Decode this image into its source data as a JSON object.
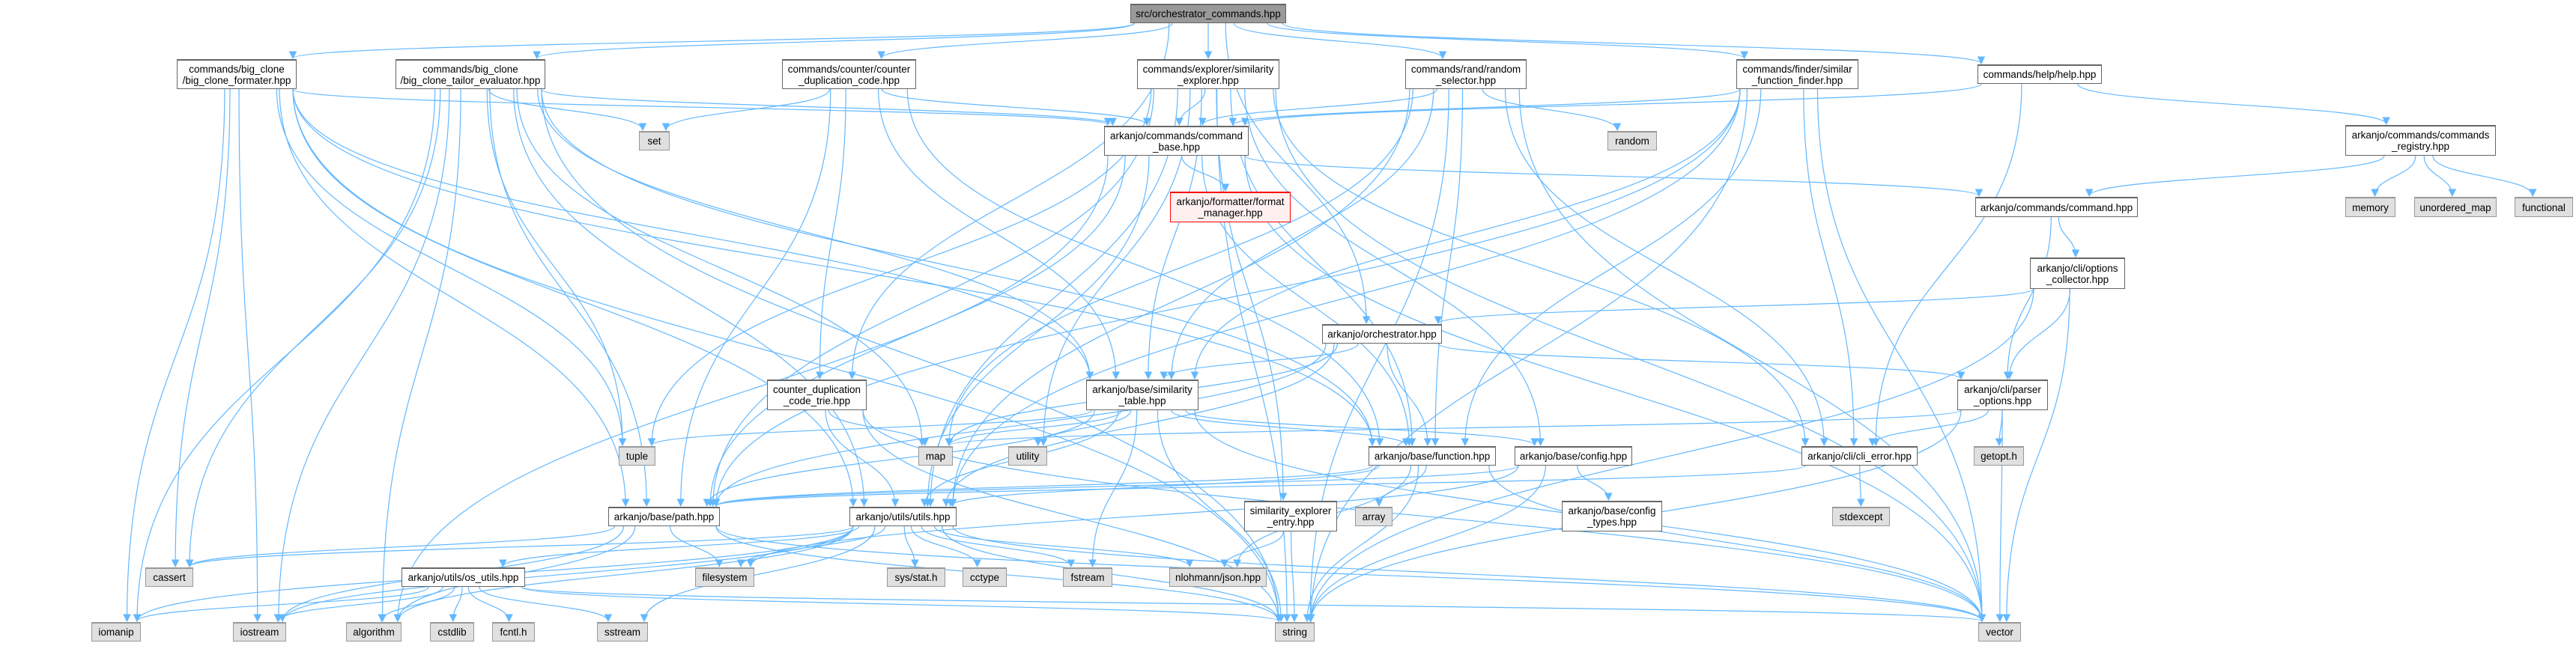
{
  "graph": {
    "title": "src/orchestrator_commands.hpp",
    "colors": {
      "edge": "#63b8ff",
      "root_fill": "#999999",
      "system_fill": "#e0e0e0",
      "missing_border": "#ff0000"
    },
    "nodes": [
      {
        "id": "root",
        "label": "src/orchestrator_commands.hpp",
        "kind": "root"
      },
      {
        "id": "formater",
        "label": "commands/big_clone\n/big_clone_formater.hpp",
        "kind": "file"
      },
      {
        "id": "tailor",
        "label": "commands/big_clone\n/big_clone_tailor_evaluator.hpp",
        "kind": "file"
      },
      {
        "id": "counterdup",
        "label": "commands/counter/counter\n_duplication_code.hpp",
        "kind": "file"
      },
      {
        "id": "explorer",
        "label": "commands/explorer/similarity\n_explorer.hpp",
        "kind": "file"
      },
      {
        "id": "rand",
        "label": "commands/rand/random\n_selector.hpp",
        "kind": "file"
      },
      {
        "id": "finder",
        "label": "commands/finder/similar\n_function_finder.hpp",
        "kind": "file"
      },
      {
        "id": "help",
        "label": "commands/help/help.hpp",
        "kind": "file"
      },
      {
        "id": "set",
        "label": "set",
        "kind": "sys"
      },
      {
        "id": "cmdbase",
        "label": "arkanjo/commands/command\n_base.hpp",
        "kind": "file"
      },
      {
        "id": "random",
        "label": "random",
        "kind": "sys"
      },
      {
        "id": "registry",
        "label": "arkanjo/commands/commands\n_registry.hpp",
        "kind": "file"
      },
      {
        "id": "format",
        "label": "arkanjo/formatter/format\n_manager.hpp",
        "kind": "missing"
      },
      {
        "id": "command",
        "label": "arkanjo/commands/command.hpp",
        "kind": "file"
      },
      {
        "id": "memory",
        "label": "memory",
        "kind": "sys"
      },
      {
        "id": "umap",
        "label": "unordered_map",
        "kind": "sys"
      },
      {
        "id": "functional",
        "label": "functional",
        "kind": "sys"
      },
      {
        "id": "optcoll",
        "label": "arkanjo/cli/options\n_collector.hpp",
        "kind": "file"
      },
      {
        "id": "orch",
        "label": "arkanjo/orchestrator.hpp",
        "kind": "file"
      },
      {
        "id": "trie",
        "label": "counter_duplication\n_code_trie.hpp",
        "kind": "file"
      },
      {
        "id": "simtable",
        "label": "arkanjo/base/similarity\n_table.hpp",
        "kind": "file"
      },
      {
        "id": "parser",
        "label": "arkanjo/cli/parser\n_options.hpp",
        "kind": "file"
      },
      {
        "id": "tuple",
        "label": "tuple",
        "kind": "sys"
      },
      {
        "id": "map",
        "label": "map",
        "kind": "sys"
      },
      {
        "id": "utility",
        "label": "utility",
        "kind": "sys"
      },
      {
        "id": "function",
        "label": "arkanjo/base/function.hpp",
        "kind": "file"
      },
      {
        "id": "config",
        "label": "arkanjo/base/config.hpp",
        "kind": "file"
      },
      {
        "id": "clierror",
        "label": "arkanjo/cli/cli_error.hpp",
        "kind": "file"
      },
      {
        "id": "getopt",
        "label": "getopt.h",
        "kind": "sys"
      },
      {
        "id": "path",
        "label": "arkanjo/base/path.hpp",
        "kind": "file"
      },
      {
        "id": "utils",
        "label": "arkanjo/utils/utils.hpp",
        "kind": "file"
      },
      {
        "id": "simentry",
        "label": "similarity_explorer\n_entry.hpp",
        "kind": "file"
      },
      {
        "id": "array",
        "label": "array",
        "kind": "sys"
      },
      {
        "id": "cfgtypes",
        "label": "arkanjo/base/config\n_types.hpp",
        "kind": "file"
      },
      {
        "id": "stdexcept",
        "label": "stdexcept",
        "kind": "sys"
      },
      {
        "id": "cassert",
        "label": "cassert",
        "kind": "sys"
      },
      {
        "id": "osutils",
        "label": "arkanjo/utils/os_utils.hpp",
        "kind": "file"
      },
      {
        "id": "filesystem",
        "label": "filesystem",
        "kind": "sys"
      },
      {
        "id": "sysstat",
        "label": "sys/stat.h",
        "kind": "sys"
      },
      {
        "id": "cctype",
        "label": "cctype",
        "kind": "sys"
      },
      {
        "id": "fstream",
        "label": "fstream",
        "kind": "sys"
      },
      {
        "id": "json",
        "label": "nlohmann/json.hpp",
        "kind": "sys"
      },
      {
        "id": "iomanip",
        "label": "iomanip",
        "kind": "sys"
      },
      {
        "id": "iostream",
        "label": "iostream",
        "kind": "sys"
      },
      {
        "id": "algorithm",
        "label": "algorithm",
        "kind": "sys"
      },
      {
        "id": "cstdlib",
        "label": "cstdlib",
        "kind": "sys"
      },
      {
        "id": "fcntl",
        "label": "fcntl.h",
        "kind": "sys"
      },
      {
        "id": "sstream",
        "label": "sstream",
        "kind": "sys"
      },
      {
        "id": "string",
        "label": "string",
        "kind": "sys"
      },
      {
        "id": "vector",
        "label": "vector",
        "kind": "sys"
      }
    ],
    "edges": [
      [
        "root",
        "formater"
      ],
      [
        "root",
        "tailor"
      ],
      [
        "root",
        "counterdup"
      ],
      [
        "root",
        "explorer"
      ],
      [
        "root",
        "rand"
      ],
      [
        "root",
        "finder"
      ],
      [
        "root",
        "help"
      ],
      [
        "root",
        "orch"
      ],
      [
        "root",
        "trie"
      ],
      [
        "formater",
        "cmdbase"
      ],
      [
        "formater",
        "simtable"
      ],
      [
        "formater",
        "path"
      ],
      [
        "formater",
        "utils"
      ],
      [
        "formater",
        "tuple"
      ],
      [
        "formater",
        "cassert"
      ],
      [
        "formater",
        "iomanip"
      ],
      [
        "formater",
        "iostream"
      ],
      [
        "formater",
        "string"
      ],
      [
        "formater",
        "function"
      ],
      [
        "tailor",
        "set"
      ],
      [
        "tailor",
        "cmdbase"
      ],
      [
        "tailor",
        "simtable"
      ],
      [
        "tailor",
        "path"
      ],
      [
        "tailor",
        "utils"
      ],
      [
        "tailor",
        "tuple"
      ],
      [
        "tailor",
        "map"
      ],
      [
        "tailor",
        "cassert"
      ],
      [
        "tailor",
        "iomanip"
      ],
      [
        "tailor",
        "iostream"
      ],
      [
        "tailor",
        "string"
      ],
      [
        "tailor",
        "function"
      ],
      [
        "tailor",
        "algorithm"
      ],
      [
        "counterdup",
        "set"
      ],
      [
        "counterdup",
        "cmdbase"
      ],
      [
        "counterdup",
        "trie"
      ],
      [
        "counterdup",
        "path"
      ],
      [
        "counterdup",
        "simtable"
      ],
      [
        "counterdup",
        "function"
      ],
      [
        "explorer",
        "cmdbase"
      ],
      [
        "explorer",
        "simtable"
      ],
      [
        "explorer",
        "utils"
      ],
      [
        "explorer",
        "path"
      ],
      [
        "explorer",
        "simentry"
      ],
      [
        "explorer",
        "function"
      ],
      [
        "explorer",
        "config"
      ],
      [
        "explorer",
        "clierror"
      ],
      [
        "explorer",
        "tuple"
      ],
      [
        "explorer",
        "utility"
      ],
      [
        "explorer",
        "string"
      ],
      [
        "explorer",
        "vector"
      ],
      [
        "rand",
        "cmdbase"
      ],
      [
        "rand",
        "random"
      ],
      [
        "rand",
        "simtable"
      ],
      [
        "rand",
        "function"
      ],
      [
        "rand",
        "utils"
      ],
      [
        "rand",
        "clierror"
      ],
      [
        "rand",
        "string"
      ],
      [
        "rand",
        "vector"
      ],
      [
        "rand",
        "map"
      ],
      [
        "finder",
        "cmdbase"
      ],
      [
        "finder",
        "simtable"
      ],
      [
        "finder",
        "function"
      ],
      [
        "finder",
        "utils"
      ],
      [
        "finder",
        "clierror"
      ],
      [
        "finder",
        "path"
      ],
      [
        "finder",
        "string"
      ],
      [
        "finder",
        "vector"
      ],
      [
        "help",
        "cmdbase"
      ],
      [
        "help",
        "registry"
      ],
      [
        "help",
        "clierror"
      ],
      [
        "registry",
        "command"
      ],
      [
        "registry",
        "memory"
      ],
      [
        "registry",
        "umap"
      ],
      [
        "registry",
        "functional"
      ],
      [
        "cmdbase",
        "format"
      ],
      [
        "cmdbase",
        "command"
      ],
      [
        "cmdbase",
        "utils"
      ],
      [
        "cmdbase",
        "function"
      ],
      [
        "cmdbase",
        "path"
      ],
      [
        "cmdbase",
        "vector"
      ],
      [
        "cmdbase",
        "algorithm"
      ],
      [
        "command",
        "optcoll"
      ],
      [
        "command",
        "parser"
      ],
      [
        "optcoll",
        "orch"
      ],
      [
        "optcoll",
        "parser"
      ],
      [
        "optcoll",
        "vector"
      ],
      [
        "optcoll",
        "string"
      ],
      [
        "orch",
        "simtable"
      ],
      [
        "orch",
        "function"
      ],
      [
        "orch",
        "utils"
      ],
      [
        "orch",
        "parser"
      ],
      [
        "orch",
        "path"
      ],
      [
        "orch",
        "map"
      ],
      [
        "simtable",
        "function"
      ],
      [
        "simtable",
        "config"
      ],
      [
        "simtable",
        "utils"
      ],
      [
        "simtable",
        "path"
      ],
      [
        "simtable",
        "map"
      ],
      [
        "simtable",
        "utility"
      ],
      [
        "simtable",
        "tuple"
      ],
      [
        "simtable",
        "string"
      ],
      [
        "simtable",
        "vector"
      ],
      [
        "simtable",
        "fstream"
      ],
      [
        "trie",
        "map"
      ],
      [
        "trie",
        "utils"
      ],
      [
        "trie",
        "string"
      ],
      [
        "trie",
        "vector"
      ],
      [
        "function",
        "path"
      ],
      [
        "function",
        "utils"
      ],
      [
        "function",
        "array"
      ],
      [
        "function",
        "json"
      ],
      [
        "function",
        "string"
      ],
      [
        "function",
        "vector"
      ],
      [
        "config",
        "cfgtypes"
      ],
      [
        "config",
        "string"
      ],
      [
        "config",
        "path"
      ],
      [
        "config",
        "filesystem"
      ],
      [
        "utils",
        "osutils"
      ],
      [
        "utils",
        "sysstat"
      ],
      [
        "utils",
        "cctype"
      ],
      [
        "utils",
        "fstream"
      ],
      [
        "utils",
        "json"
      ],
      [
        "utils",
        "string"
      ],
      [
        "utils",
        "vector"
      ],
      [
        "utils",
        "filesystem"
      ],
      [
        "utils",
        "cassert"
      ],
      [
        "utils",
        "iostream"
      ],
      [
        "utils",
        "sstream"
      ],
      [
        "utils",
        "algorithm"
      ],
      [
        "utils",
        "iomanip"
      ],
      [
        "path",
        "cassert"
      ],
      [
        "path",
        "filesystem"
      ],
      [
        "path",
        "string"
      ],
      [
        "path",
        "vector"
      ],
      [
        "path",
        "iostream"
      ],
      [
        "path",
        "algorithm"
      ],
      [
        "osutils",
        "iomanip"
      ],
      [
        "osutils",
        "iostream"
      ],
      [
        "osutils",
        "algorithm"
      ],
      [
        "osutils",
        "cstdlib"
      ],
      [
        "osutils",
        "fcntl"
      ],
      [
        "osutils",
        "sstream"
      ],
      [
        "osutils",
        "string"
      ],
      [
        "osutils",
        "vector"
      ],
      [
        "simentry",
        "json"
      ],
      [
        "simentry",
        "string"
      ],
      [
        "parser",
        "clierror"
      ],
      [
        "parser",
        "getopt"
      ],
      [
        "parser",
        "vector"
      ],
      [
        "parser",
        "string"
      ],
      [
        "parser",
        "map"
      ],
      [
        "clierror",
        "stdexcept"
      ],
      [
        "clierror",
        "path"
      ]
    ]
  }
}
